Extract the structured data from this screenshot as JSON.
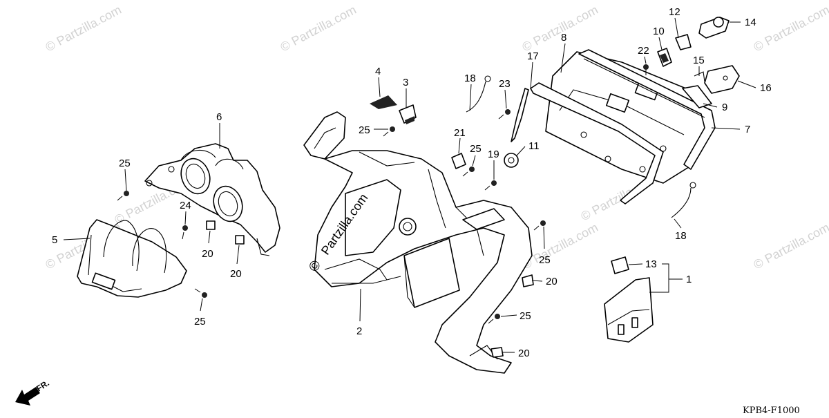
{
  "watermark": {
    "text": "© Partzilla.com",
    "diagonal_text": "Partzilla.com",
    "copyright_glyph": "©"
  },
  "diagram_code": "KPB4-F1000",
  "direction_label": "FR.",
  "callouts": [
    "1",
    "2",
    "3",
    "4",
    "5",
    "6",
    "7",
    "8",
    "9",
    "10",
    "11",
    "12",
    "13",
    "14",
    "15",
    "16",
    "17",
    "18",
    "19",
    "20",
    "21",
    "22",
    "23",
    "24",
    "25"
  ],
  "colors": {
    "ink": "#000000",
    "background": "#ffffff",
    "watermark": "#d2d2d2"
  }
}
